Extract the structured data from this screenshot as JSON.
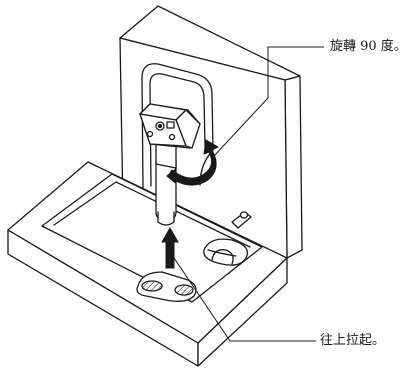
{
  "callouts": {
    "rotate": "旋轉 90 度。",
    "pull": "往上拉起。"
  },
  "colors": {
    "line": "#1a1a1a",
    "box_fill": "#ffffff",
    "arrow_fill": "#1a1a1a",
    "pad_hatch": "#1a1a1a"
  },
  "icons": {
    "rotate_arrow": "curved-rotate-arrow",
    "pull_arrow": "up-arrow"
  }
}
